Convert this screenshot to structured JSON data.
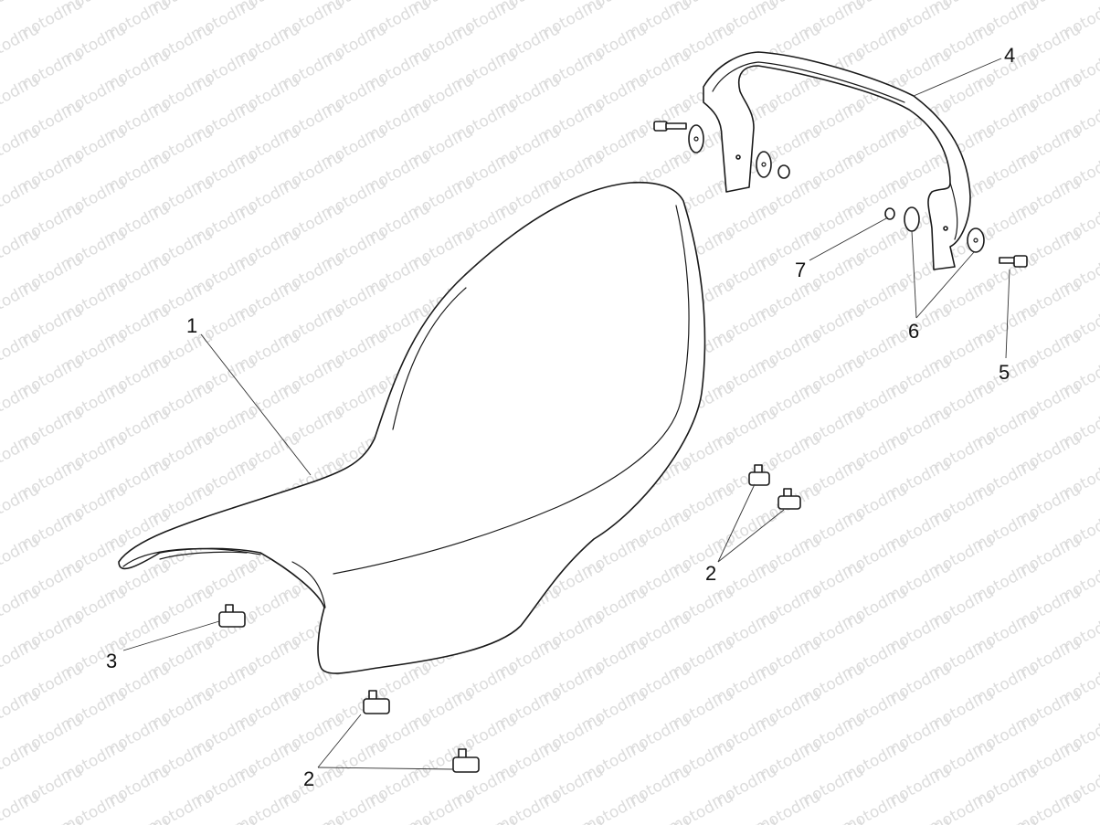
{
  "watermark": {
    "text": "motod.ru"
  },
  "callouts": [
    {
      "id": "1",
      "label": "1"
    },
    {
      "id": "2a",
      "label": "2"
    },
    {
      "id": "2b",
      "label": "2"
    },
    {
      "id": "3",
      "label": "3"
    },
    {
      "id": "4",
      "label": "4"
    },
    {
      "id": "5",
      "label": "5"
    },
    {
      "id": "6",
      "label": "6"
    },
    {
      "id": "7",
      "label": "7"
    }
  ]
}
